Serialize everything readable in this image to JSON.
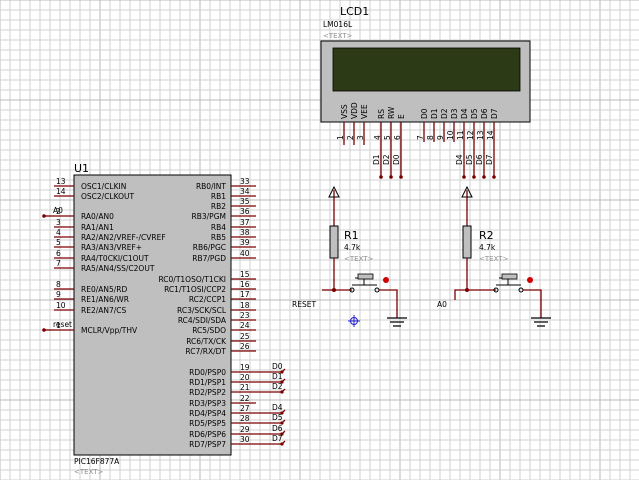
{
  "colors": {
    "background": "#ffffff",
    "grid_minor": "#d2d2d2",
    "grid_major": "#b8b8b8",
    "component_fill": "#bfbfbf",
    "lcd_screen": "#2d3a16",
    "wire": "#7a0000",
    "led_red": "#d00000",
    "marker_blue": "#2020d0"
  },
  "lcd": {
    "ref": "LCD1",
    "part": "LM016L",
    "ghost": "<TEXT>",
    "pins": [
      {
        "num": "1",
        "name": "VSS"
      },
      {
        "num": "2",
        "name": "VDD"
      },
      {
        "num": "3",
        "name": "VEE"
      },
      {
        "num": "4",
        "name": "RS"
      },
      {
        "num": "5",
        "name": "RW"
      },
      {
        "num": "6",
        "name": "E"
      },
      {
        "num": "7",
        "name": "D0"
      },
      {
        "num": "8",
        "name": "D1"
      },
      {
        "num": "9",
        "name": "D2"
      },
      {
        "num": "10",
        "name": "D3"
      },
      {
        "num": "11",
        "name": "D4"
      },
      {
        "num": "12",
        "name": "D5"
      },
      {
        "num": "13",
        "name": "D6"
      },
      {
        "num": "14",
        "name": "D7"
      }
    ],
    "net_labels": [
      "D1",
      "D2",
      "D0",
      "D4",
      "D5",
      "D6",
      "D7"
    ]
  },
  "mcu": {
    "ref": "U1",
    "part": "PIC16F877A",
    "ghost": "<TEXT>",
    "left_pins": [
      {
        "num": "13",
        "name": "OSC1/CLKIN"
      },
      {
        "num": "14",
        "name": "OSC2/CLKOUT"
      },
      {
        "num": "2",
        "name": "RA0/AN0"
      },
      {
        "num": "3",
        "name": "RA1/AN1"
      },
      {
        "num": "4",
        "name": "RA2/AN2/VREF-/CVREF"
      },
      {
        "num": "5",
        "name": "RA3/AN3/VREF+"
      },
      {
        "num": "6",
        "name": "RA4/T0CKI/C1OUT"
      },
      {
        "num": "7",
        "name": "RA5/AN4/SS/C2OUT"
      },
      {
        "num": "8",
        "name": "RE0/AN5/RD"
      },
      {
        "num": "9",
        "name": "RE1/AN6/WR"
      },
      {
        "num": "10",
        "name": "RE2/AN7/CS"
      },
      {
        "num": "1",
        "name": "MCLR/Vpp/THV"
      }
    ],
    "right_pins": [
      {
        "num": "33",
        "name": "RB0/INT"
      },
      {
        "num": "34",
        "name": "RB1"
      },
      {
        "num": "35",
        "name": "RB2"
      },
      {
        "num": "36",
        "name": "RB3/PGM"
      },
      {
        "num": "37",
        "name": "RB4"
      },
      {
        "num": "38",
        "name": "RB5"
      },
      {
        "num": "39",
        "name": "RB6/PGC"
      },
      {
        "num": "40",
        "name": "RB7/PGD"
      },
      {
        "num": "15",
        "name": "RC0/T1OSO/T1CKI"
      },
      {
        "num": "16",
        "name": "RC1/T1OSI/CCP2"
      },
      {
        "num": "17",
        "name": "RC2/CCP1"
      },
      {
        "num": "18",
        "name": "RC3/SCK/SCL"
      },
      {
        "num": "23",
        "name": "RC4/SDI/SDA"
      },
      {
        "num": "24",
        "name": "RC5/SDO"
      },
      {
        "num": "25",
        "name": "RC6/TX/CK"
      },
      {
        "num": "26",
        "name": "RC7/RX/DT"
      },
      {
        "num": "19",
        "name": "RD0/PSP0"
      },
      {
        "num": "20",
        "name": "RD1/PSP1"
      },
      {
        "num": "21",
        "name": "RD2/PSP2"
      },
      {
        "num": "22",
        "name": "RD3/PSP3"
      },
      {
        "num": "27",
        "name": "RD4/PSP4"
      },
      {
        "num": "28",
        "name": "RD5/PSP5"
      },
      {
        "num": "29",
        "name": "RD6/PSP6"
      },
      {
        "num": "30",
        "name": "RD7/PSP7"
      }
    ],
    "left_net_labels": {
      "a0": "A0",
      "reset": "reset"
    },
    "right_net_labels": [
      "D0",
      "D1",
      "D2",
      "D4",
      "D5",
      "D6",
      "D7"
    ]
  },
  "r1": {
    "ref": "R1",
    "value": "4.7k",
    "ghost": "<TEXT>"
  },
  "r2": {
    "ref": "R2",
    "value": "4.7k",
    "ghost": "<TEXT>"
  },
  "switch_labels": {
    "reset": "RESET",
    "a0": "A0"
  }
}
